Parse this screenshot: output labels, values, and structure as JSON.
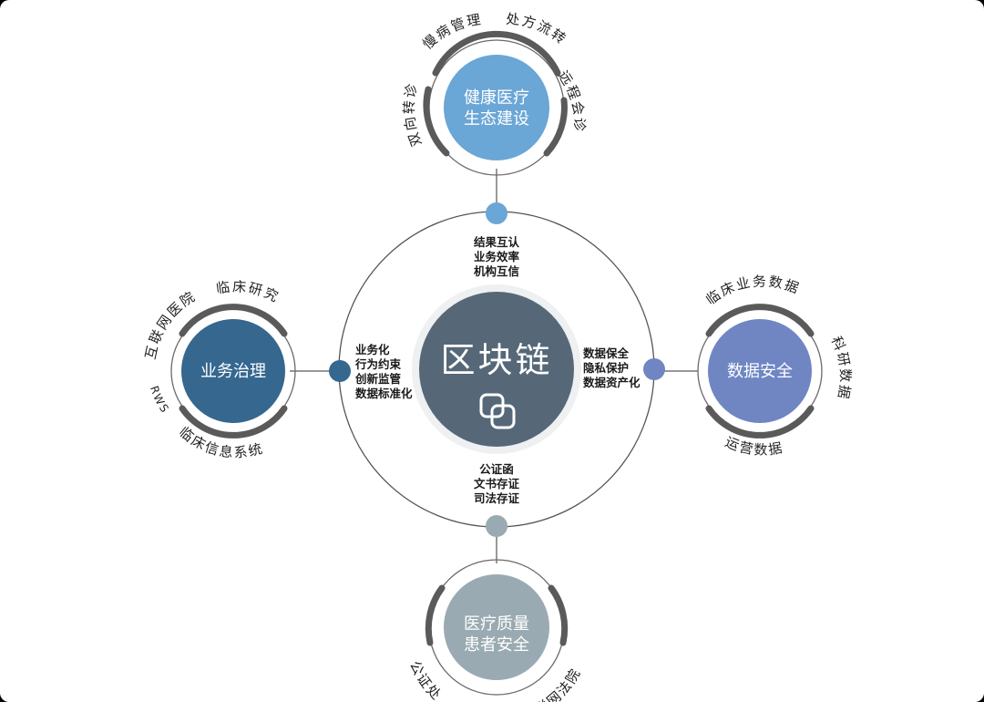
{
  "colors": {
    "center": "#566878",
    "top": "#6aa6d6",
    "left": "#35678f",
    "right": "#6f86c3",
    "bottom": "#9aaab2",
    "arc": "#5a5a5a",
    "line": "#777777"
  },
  "center": {
    "title": "区块链",
    "icon": "link-squares-icon"
  },
  "nodes": {
    "top": {
      "line1": "健康医疗",
      "line2": "生态建设",
      "tags": [
        "双向转诊",
        "慢病管理",
        "处方流转",
        "远程会诊"
      ]
    },
    "left": {
      "line1": "业务治理",
      "tags": [
        "互联网医院",
        "临床研究",
        "RWS",
        "临床信息系统"
      ]
    },
    "right": {
      "line1": "数据安全",
      "tags": [
        "临床业务数据",
        "科研数据",
        "运营数据"
      ]
    },
    "bottom": {
      "line1": "医疗质量",
      "line2": "患者安全",
      "tags": [
        "公证处",
        "互联网法院"
      ]
    }
  },
  "features": {
    "top": [
      "结果互认",
      "业务效率",
      "机构互信"
    ],
    "left": [
      "业务化",
      "行为约束",
      "创新监管",
      "数据标准化"
    ],
    "right": [
      "数据保全",
      "隐私保护",
      "数据资产化"
    ],
    "bottom": [
      "公证函",
      "文书存证",
      "司法存证"
    ]
  }
}
